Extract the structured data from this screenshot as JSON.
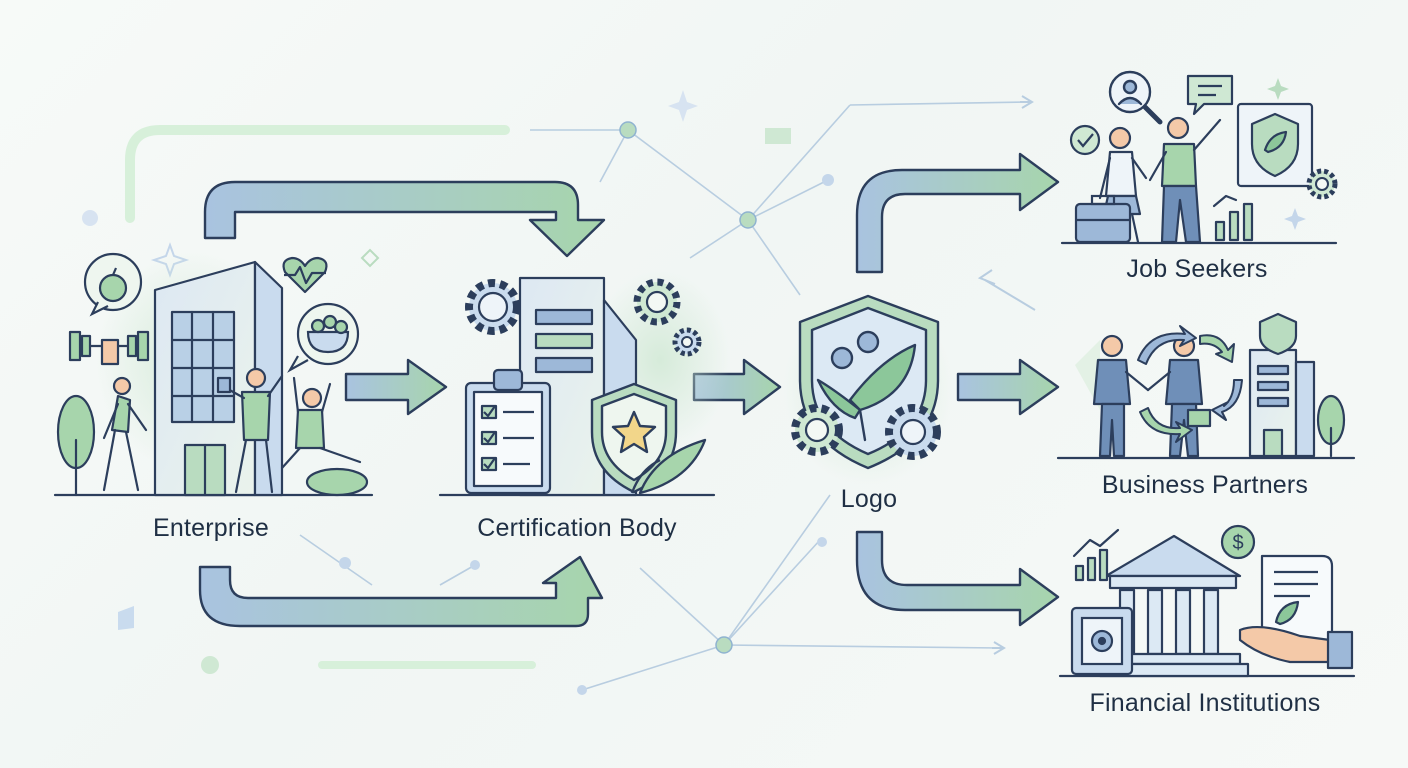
{
  "nodes": {
    "enterprise": {
      "label": "Enterprise"
    },
    "certification_body": {
      "label": "Certification Body"
    },
    "logo": {
      "label": "Logo"
    },
    "job_seekers": {
      "label": "Job Seekers"
    },
    "business_partners": {
      "label": "Business Partners"
    },
    "financial_institutions": {
      "label": "Financial Institutions"
    }
  },
  "colors": {
    "outline": "#2c3e5c",
    "green": "#8cc79a",
    "light_green": "#cfe8d3",
    "blue": "#9db8d8",
    "light_blue": "#d7e3f1",
    "star": "#f2d68a"
  },
  "icons": [
    "apple-icon",
    "heart-icon",
    "salad-bowl-icon",
    "dumbbell-icon",
    "gear-icon",
    "clipboard-checklist-icon",
    "shield-star-icon",
    "shield-leaf-icon",
    "briefcase-icon",
    "magnifier-person-icon",
    "chat-bubble-icon",
    "handshake-icon",
    "bank-icon",
    "safe-icon",
    "dollar-coin-icon",
    "document-leaf-icon",
    "hand-plant-icon"
  ]
}
